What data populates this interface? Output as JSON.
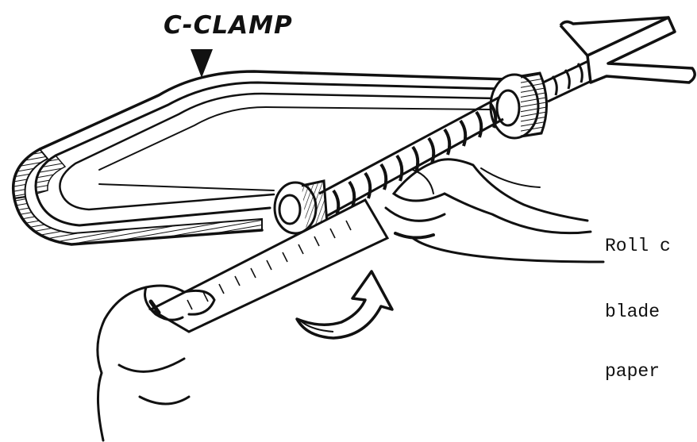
{
  "figure": {
    "title": "C-CLAMP",
    "caption_lines": [
      "Roll c",
      "blade",
      "paper"
    ]
  },
  "colors": {
    "ink": "#111111",
    "paper": "#ffffff"
  }
}
